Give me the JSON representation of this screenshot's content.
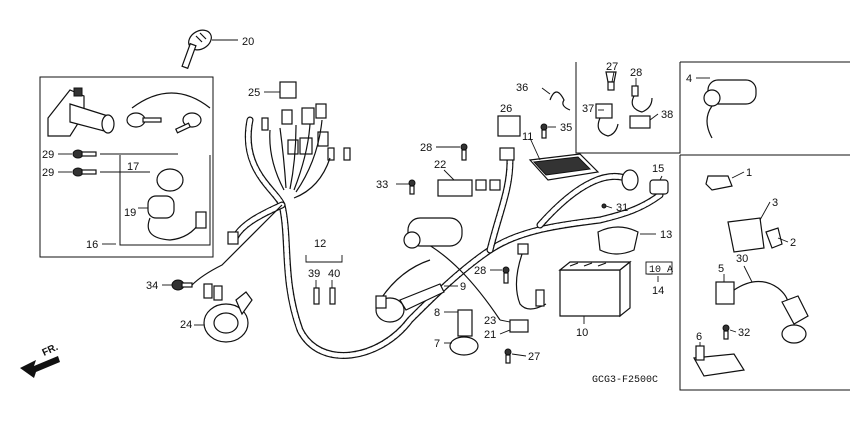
{
  "diagram": {
    "code": "GCG3-F2500C",
    "direction_label": "FR.",
    "fuse_label": "10 A",
    "callouts": [
      {
        "id": "c20",
        "text": "20"
      },
      {
        "id": "c25",
        "text": "25"
      },
      {
        "id": "c29a",
        "text": "29"
      },
      {
        "id": "c29b",
        "text": "29"
      },
      {
        "id": "c17",
        "text": "17"
      },
      {
        "id": "c19",
        "text": "19"
      },
      {
        "id": "c16",
        "text": "16"
      },
      {
        "id": "c12",
        "text": "12"
      },
      {
        "id": "c39",
        "text": "39"
      },
      {
        "id": "c40",
        "text": "40"
      },
      {
        "id": "c34",
        "text": "34"
      },
      {
        "id": "c24",
        "text": "24"
      },
      {
        "id": "c36",
        "text": "36"
      },
      {
        "id": "c27a",
        "text": "27"
      },
      {
        "id": "c28a",
        "text": "28"
      },
      {
        "id": "c37",
        "text": "37"
      },
      {
        "id": "c38",
        "text": "38"
      },
      {
        "id": "c4",
        "text": "4"
      },
      {
        "id": "c26",
        "text": "26"
      },
      {
        "id": "c35",
        "text": "35"
      },
      {
        "id": "c11",
        "text": "11"
      },
      {
        "id": "c28b",
        "text": "28"
      },
      {
        "id": "c22",
        "text": "22"
      },
      {
        "id": "c33",
        "text": "33"
      },
      {
        "id": "c15",
        "text": "15"
      },
      {
        "id": "c31",
        "text": "31"
      },
      {
        "id": "c13",
        "text": "13"
      },
      {
        "id": "c28c",
        "text": "28"
      },
      {
        "id": "c9",
        "text": "9"
      },
      {
        "id": "c8",
        "text": "8"
      },
      {
        "id": "c7",
        "text": "7"
      },
      {
        "id": "c23",
        "text": "23"
      },
      {
        "id": "c21",
        "text": "21"
      },
      {
        "id": "c27b",
        "text": "27"
      },
      {
        "id": "c10",
        "text": "10"
      },
      {
        "id": "c14",
        "text": "14"
      },
      {
        "id": "c1",
        "text": "1"
      },
      {
        "id": "c3",
        "text": "3"
      },
      {
        "id": "c2",
        "text": "2"
      },
      {
        "id": "c5",
        "text": "5"
      },
      {
        "id": "c30",
        "text": "30"
      },
      {
        "id": "c32",
        "text": "32"
      },
      {
        "id": "c6",
        "text": "6"
      }
    ]
  }
}
